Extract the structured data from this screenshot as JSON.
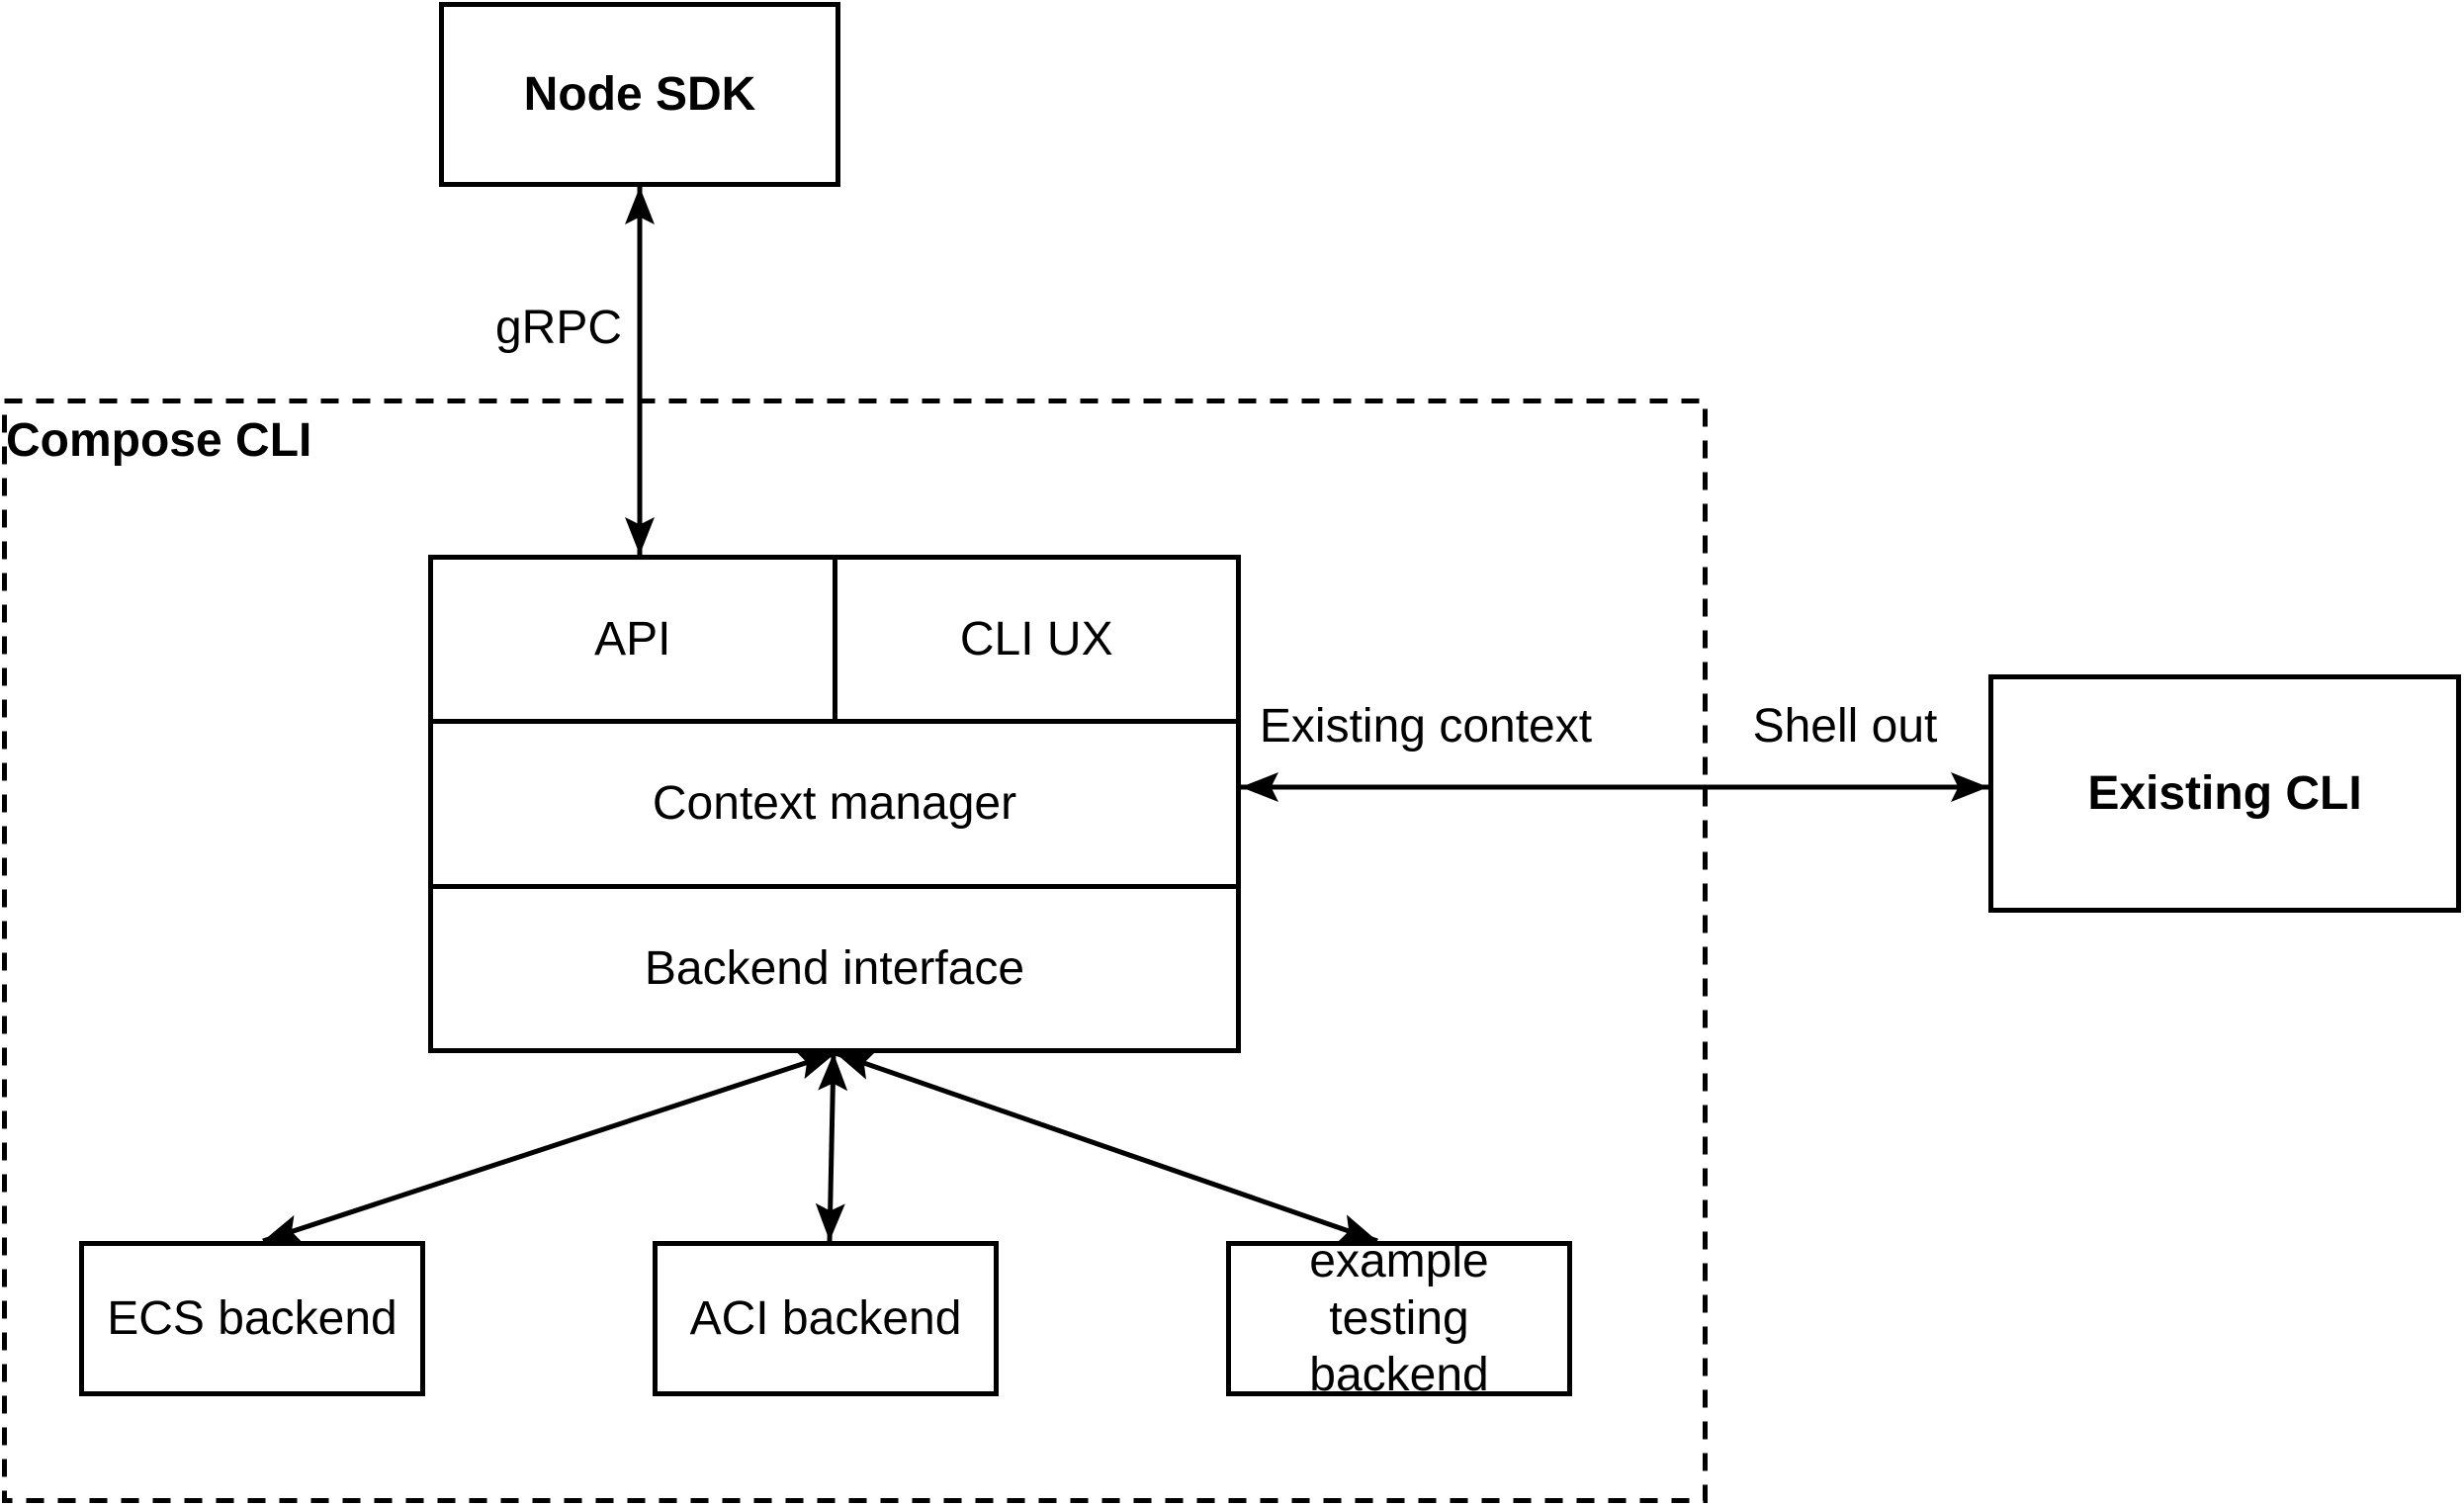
{
  "colors": {
    "stroke": "#000000",
    "background": "#ffffff",
    "text": "#000000"
  },
  "nodes": {
    "node_sdk": {
      "label": "Node SDK"
    },
    "compose_cli_container": {
      "label": "Compose CLI"
    },
    "api": {
      "label": "API"
    },
    "cli_ux": {
      "label": "CLI UX"
    },
    "context_manager": {
      "label": "Context manager"
    },
    "backend_interface": {
      "label": "Backend interface"
    },
    "existing_cli": {
      "label": "Existing CLI"
    },
    "ecs_backend": {
      "label": "ECS backend"
    },
    "aci_backend": {
      "label": "ACI backend"
    },
    "example_testing_backend": {
      "label": "example testing backend"
    }
  },
  "edges": {
    "grpc": {
      "label": "gRPC",
      "from": "Node SDK",
      "to": "API",
      "arrows": "both"
    },
    "existing_cli_link": {
      "labels": [
        "Existing context",
        "Shell out"
      ],
      "from": "Context manager",
      "to": "Existing CLI",
      "arrows": "both"
    },
    "ecs_link": {
      "from": "Backend interface",
      "to": "ECS backend",
      "arrows": "both"
    },
    "aci_link": {
      "from": "Backend interface",
      "to": "ACI backend",
      "arrows": "both"
    },
    "example_link": {
      "from": "Backend interface",
      "to": "example testing backend",
      "arrows": "both"
    }
  }
}
